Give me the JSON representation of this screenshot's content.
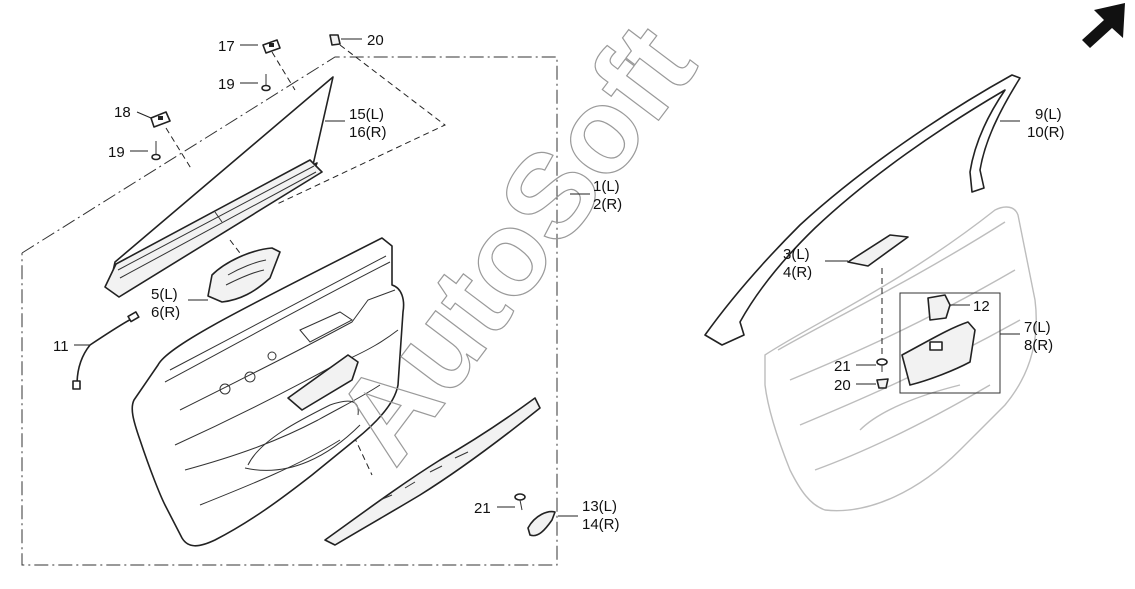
{
  "watermark": "AutoSoft",
  "callouts": {
    "c1": "1(L)",
    "c2": "2(R)",
    "c3": "3(L)",
    "c4": "4(R)",
    "c5": "5(L)",
    "c6": "6(R)",
    "c7": "7(L)",
    "c8": "8(R)",
    "c9": "9(L)",
    "c10": "10(R)",
    "c11": "11",
    "c12": "12",
    "c13": "13(L)",
    "c14": "14(R)",
    "c15": "15(L)",
    "c16": "16(R)",
    "c17": "17",
    "c18": "18",
    "c19a": "19",
    "c19b": "19",
    "c20a": "20",
    "c20b": "20",
    "c21a": "21",
    "c21b": "21"
  },
  "icons": {
    "front_arrow": "arrow-up-right-icon"
  }
}
